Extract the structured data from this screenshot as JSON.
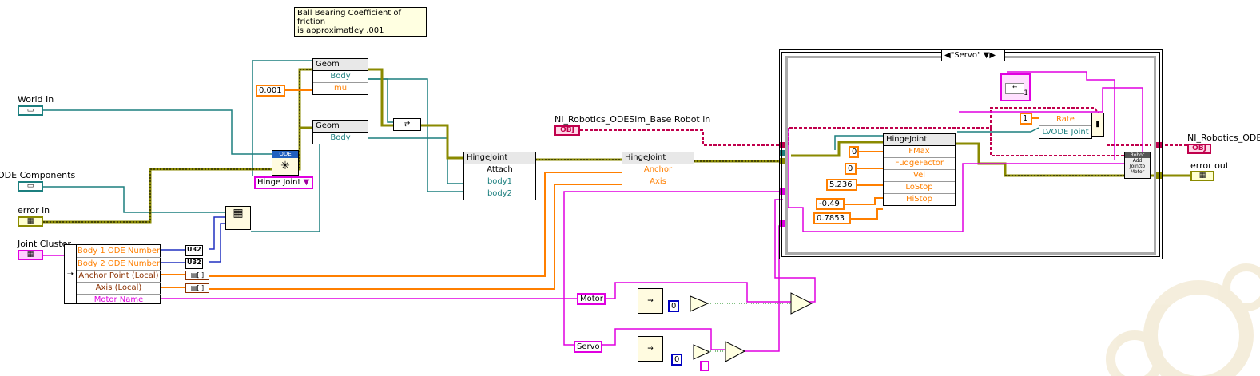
{
  "note": {
    "line1": "Ball Bearing Coefficient of friction",
    "line2": "is approximatley .001"
  },
  "terminals": {
    "world_in": "World In",
    "ode_components": "ODE Components",
    "error_in": "error in",
    "joint_cluster": "Joint Cluster",
    "robot_in": "NI_Robotics_ODESim_Base Robot in",
    "robot_out": "NI_Robotics_ODE",
    "error_out": "error out",
    "obj_tag": "OBJ"
  },
  "constants": {
    "mu": "0.001",
    "fmax": "0",
    "fudge": "0",
    "vel": "5.236",
    "lostop": "-0.49",
    "histop": "0.7853",
    "rate": "1",
    "zero1": "0",
    "zero2": "0",
    "motor": "Motor",
    "servo": "Servo",
    "one": "1"
  },
  "nodes": {
    "geom1": {
      "title": "Geom",
      "rows": [
        "Body",
        "mu"
      ]
    },
    "geom2": {
      "title": "Geom",
      "rows": [
        "Body"
      ]
    },
    "hinge1": {
      "title": "HingeJoint",
      "rows": [
        "Attach",
        "body1",
        "body2"
      ]
    },
    "hinge2": {
      "title": "HingeJoint",
      "rows": [
        "Anchor",
        "Axis"
      ]
    },
    "hinge3": {
      "title": "HingeJoint",
      "rows": [
        "FMax",
        "FudgeFactor",
        "Vel",
        "LoStop",
        "HiStop"
      ]
    },
    "lvode": {
      "rows": [
        "Rate",
        "LVODE Joint"
      ]
    },
    "ode_vi": {
      "title": "ODE"
    },
    "hinge_ring": "Hinge Joint",
    "unbundle": {
      "rows": [
        "Body 1 ODE Number",
        "Body 2 ODE Number",
        "Anchor Point (Local)",
        "Axis (Local)",
        "Motor Name"
      ]
    },
    "add_joint": {
      "line1": "Robot",
      "line2": "Add",
      "line3": "Jointto",
      "line4": "Motor"
    },
    "u32a": "U32",
    "u32b": "U32"
  },
  "case_selector": "\"Servo\""
}
